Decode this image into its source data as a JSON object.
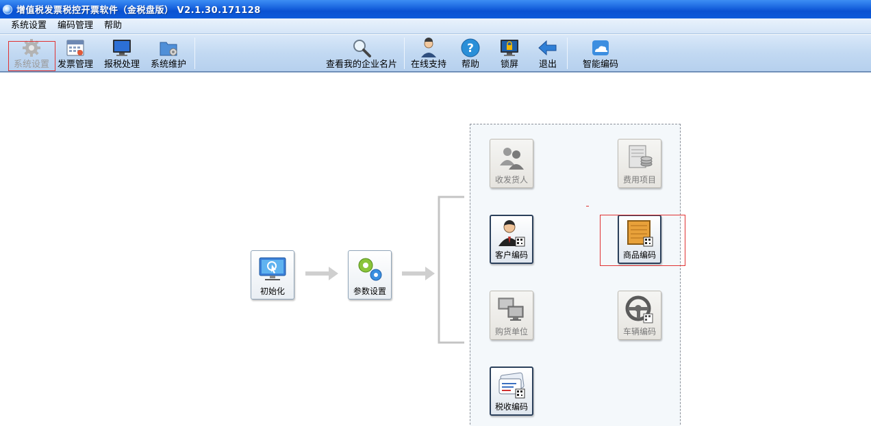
{
  "window": {
    "title": "增值税发票税控开票软件（金税盘版） V2.1.30.171128"
  },
  "menu": {
    "items": [
      "系统设置",
      "编码管理",
      "帮助"
    ]
  },
  "toolbar": {
    "system_settings": "系统设置",
    "invoice_mgmt": "发票管理",
    "tax_report": "报税处理",
    "system_maint": "系统维护",
    "enterprise_card": "查看我的企业名片",
    "online_support": "在线支持",
    "help": "帮助",
    "lock_screen": "锁屏",
    "exit": "退出",
    "smart_coding": "智能编码"
  },
  "flow": {
    "init": "初始化",
    "params": "参数设置"
  },
  "panel": {
    "consignee": "收发货人",
    "expense_items": "费用项目",
    "customer_code": "客户编码",
    "product_code": "商品编码",
    "buyer_unit": "购货单位",
    "vehicle_code": "车辆编码",
    "tax_code": "税收编码"
  },
  "colors": {
    "titlebar": "#0a52d2",
    "selection": "#e03030"
  }
}
